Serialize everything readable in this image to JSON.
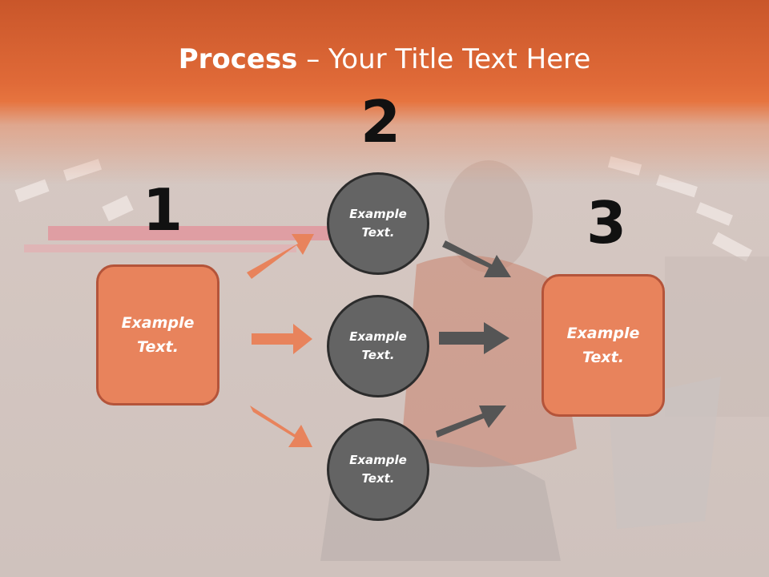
{
  "slide": {
    "title_bold": "Process",
    "title_rest": " – Your Title Text Here",
    "steps": [
      {
        "number": "1"
      },
      {
        "number": "2"
      },
      {
        "number": "3"
      }
    ],
    "left_box": {
      "text": "Example\nText."
    },
    "circles": [
      {
        "text": "Example\nText."
      },
      {
        "text": "Example\nText."
      },
      {
        "text": "Example\nText."
      }
    ],
    "right_box": {
      "text": "Example\nText."
    }
  },
  "colors": {
    "header": "#e06a38",
    "box_fill": "#e8835c",
    "box_border": "#b4543a",
    "circle_fill": "#646464",
    "circle_border": "#2c2c2c",
    "orange_arrow": "#e8835c",
    "gray_arrow": "#555555"
  }
}
